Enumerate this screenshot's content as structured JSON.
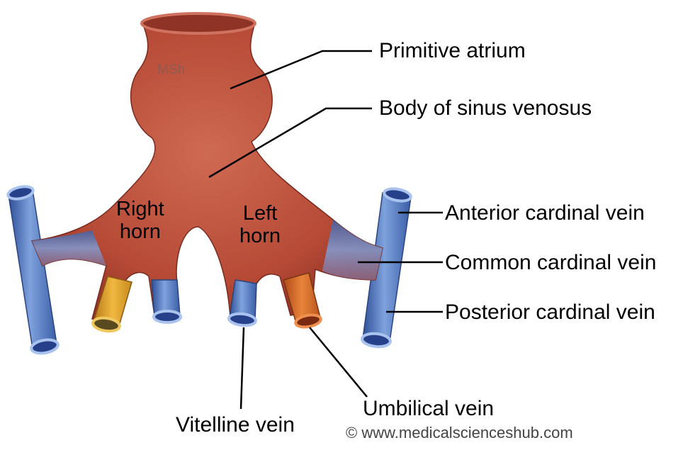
{
  "diagram": {
    "watermark_on_image": "MSh",
    "horns": {
      "right": "Right\nhorn",
      "left": "Left\nhorn"
    },
    "labels": {
      "primitive_atrium": "Primitive atrium",
      "body_of_sinus_venosus": "Body of sinus venosus",
      "anterior_cardinal_vein": "Anterior cardinal vein",
      "common_cardinal_vein": "Common cardinal vein",
      "posterior_cardinal_vein": "Posterior cardinal vein",
      "vitelline_vein": "Vitelline vein",
      "umbilical_vein": "Umbilical vein"
    },
    "copyright": "© www.medicalscienceshub.com"
  },
  "colors": {
    "sinus": "#c2553f",
    "sinus_dark": "#8e3326",
    "vein_blue": "#6a8fd0",
    "vein_blue_dark": "#2e4f96",
    "umbilical_right": "#e0a030",
    "umbilical_left": "#d96a2a",
    "leader": "#000000"
  }
}
